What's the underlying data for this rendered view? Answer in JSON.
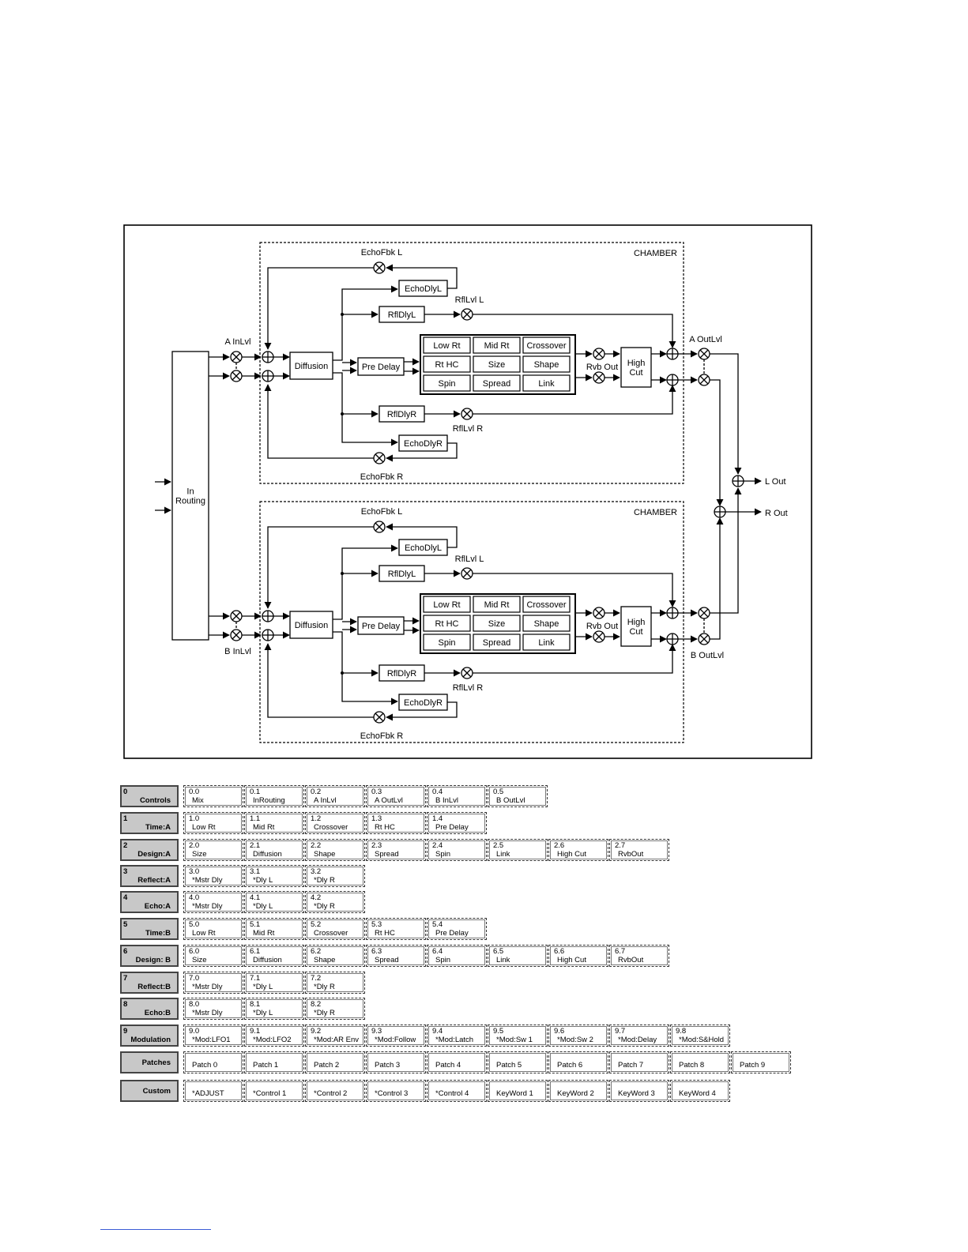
{
  "diagram": {
    "routing_label": [
      "In",
      "Routing"
    ],
    "input_levels": {
      "a": "A InLvl",
      "b": "B InLvl"
    },
    "output_levels": {
      "a": "A OutLvl",
      "b": "B OutLvl"
    },
    "outputs": {
      "left": "L Out",
      "right": "R Out"
    },
    "chambers": [
      {
        "title": "CHAMBER",
        "echo_fbk_l": "EchoFbk L",
        "echo_fbk_r": "EchoFbk R",
        "echo_dly_l": "EchoDlyL",
        "echo_dly_r": "EchoDlyR",
        "rfl_dly_l": "RflDlyL",
        "rfl_dly_r": "RflDlyR",
        "rfl_lvl_l": "RflLvl L",
        "rfl_lvl_r": "RflLvl R",
        "diffusion": "Diffusion",
        "pre_delay": "Pre Delay",
        "rvb_out": "Rvb Out",
        "high_cut": [
          "High",
          "Cut"
        ],
        "grid": [
          [
            "Low Rt",
            "Mid Rt",
            "Crossover"
          ],
          [
            "Rt HC",
            "Size",
            "Shape"
          ],
          [
            "Spin",
            "Spread",
            "Link"
          ]
        ]
      },
      {
        "title": "CHAMBER",
        "echo_fbk_l": "EchoFbk L",
        "echo_fbk_r": "EchoFbk R",
        "echo_dly_l": "EchoDlyL",
        "echo_dly_r": "EchoDlyR",
        "rfl_dly_l": "RflDlyL",
        "rfl_dly_r": "RflDlyR",
        "rfl_lvl_l": "RflLvl L",
        "rfl_lvl_r": "RflLvl R",
        "diffusion": "Diffusion",
        "pre_delay": "Pre Delay",
        "rvb_out": "Rvb Out",
        "high_cut": [
          "High",
          "Cut"
        ],
        "grid": [
          [
            "Low Rt",
            "Mid Rt",
            "Crossover"
          ],
          [
            "Rt HC",
            "Size",
            "Shape"
          ],
          [
            "Spin",
            "Spread",
            "Link"
          ]
        ]
      }
    ]
  },
  "param_table": [
    {
      "num": "0",
      "label": "Controls",
      "cells": [
        [
          "0.0",
          "Mix"
        ],
        [
          "0.1",
          "InRouting"
        ],
        [
          "0.2",
          "A InLvl"
        ],
        [
          "0.3",
          "A OutLvl"
        ],
        [
          "0.4",
          "B InLvl"
        ],
        [
          "0.5",
          "B OutLvl"
        ]
      ]
    },
    {
      "num": "1",
      "label": "Time:A",
      "cells": [
        [
          "1.0",
          "Low Rt"
        ],
        [
          "1.1",
          "Mid Rt"
        ],
        [
          "1.2",
          "Crossover"
        ],
        [
          "1.3",
          "Rt HC"
        ],
        [
          "1.4",
          "Pre Delay"
        ]
      ]
    },
    {
      "num": "2",
      "label": "Design:A",
      "cells": [
        [
          "2.0",
          "Size"
        ],
        [
          "2.1",
          "Diffusion"
        ],
        [
          "2.2",
          "Shape"
        ],
        [
          "2.3",
          "Spread"
        ],
        [
          "2.4",
          "Spin"
        ],
        [
          "2.5",
          "Link"
        ],
        [
          "2.6",
          "High Cut"
        ],
        [
          "2.7",
          "RvbOut"
        ]
      ]
    },
    {
      "num": "3",
      "label": "Reflect:A",
      "cells": [
        [
          "3.0",
          "*Mstr Dly"
        ],
        [
          "3.1",
          "*Dly L"
        ],
        [
          "3.2",
          "*Dly R"
        ]
      ]
    },
    {
      "num": "4",
      "label": "Echo:A",
      "cells": [
        [
          "4.0",
          "*Mstr Dly"
        ],
        [
          "4.1",
          "*Dly L"
        ],
        [
          "4.2",
          "*Dly R"
        ]
      ]
    },
    {
      "num": "5",
      "label": "Time:B",
      "cells": [
        [
          "5.0",
          "Low Rt"
        ],
        [
          "5.1",
          "Mid Rt"
        ],
        [
          "5.2",
          "Crossover"
        ],
        [
          "5.3",
          "Rt HC"
        ],
        [
          "5.4",
          "Pre Delay"
        ]
      ]
    },
    {
      "num": "6",
      "label": "Design: B",
      "cells": [
        [
          "6.0",
          "Size"
        ],
        [
          "6.1",
          "Diffusion"
        ],
        [
          "6.2",
          "Shape"
        ],
        [
          "6.3",
          "Spread"
        ],
        [
          "6.4",
          "Spin"
        ],
        [
          "6.5",
          "Link"
        ],
        [
          "6.6",
          "High Cut"
        ],
        [
          "6.7",
          "RvbOut"
        ]
      ]
    },
    {
      "num": "7",
      "label": "Reflect:B",
      "cells": [
        [
          "7.0",
          "*Mstr Dly"
        ],
        [
          "7.1",
          "*Dly L"
        ],
        [
          "7.2",
          "*Dly R"
        ]
      ]
    },
    {
      "num": "8",
      "label": "Echo:B",
      "cells": [
        [
          "8.0",
          "*Mstr Dly"
        ],
        [
          "8.1",
          "*Dly L"
        ],
        [
          "8.2",
          "*Dly R"
        ]
      ]
    },
    {
      "num": "9",
      "label": "Modulation",
      "cells": [
        [
          "9.0",
          "*Mod:LFO1"
        ],
        [
          "9.1",
          "*Mod:LFO2"
        ],
        [
          "9.2",
          "*Mod:AR Env"
        ],
        [
          "9.3",
          "*Mod:Follow"
        ],
        [
          "9.4",
          "*Mod:Latch"
        ],
        [
          "9.5",
          "*Mod:Sw 1"
        ],
        [
          "9.6",
          "*Mod:Sw 2"
        ],
        [
          "9.7",
          "*Mod:Delay"
        ],
        [
          "9.8",
          "*Mod:S&Hold"
        ]
      ]
    },
    {
      "num": "",
      "label": "Patches",
      "cells": [
        [
          "",
          "Patch 0"
        ],
        [
          "",
          "Patch 1"
        ],
        [
          "",
          "Patch 2"
        ],
        [
          "",
          "Patch 3"
        ],
        [
          "",
          "Patch 4"
        ],
        [
          "",
          "Patch 5"
        ],
        [
          "",
          "Patch 6"
        ],
        [
          "",
          "Patch 7"
        ],
        [
          "",
          "Patch 8"
        ],
        [
          "",
          "Patch 9"
        ]
      ]
    },
    {
      "num": "",
      "label": "Custom",
      "cells": [
        [
          "",
          "*ADJUST"
        ],
        [
          "",
          "*Control 1"
        ],
        [
          "",
          "*Control 2"
        ],
        [
          "",
          "*Control 3"
        ],
        [
          "",
          "*Control 4"
        ],
        [
          "",
          "KeyWord 1"
        ],
        [
          "",
          "KeyWord 2"
        ],
        [
          "",
          "KeyWord 3"
        ],
        [
          "",
          "KeyWord 4"
        ]
      ]
    }
  ]
}
